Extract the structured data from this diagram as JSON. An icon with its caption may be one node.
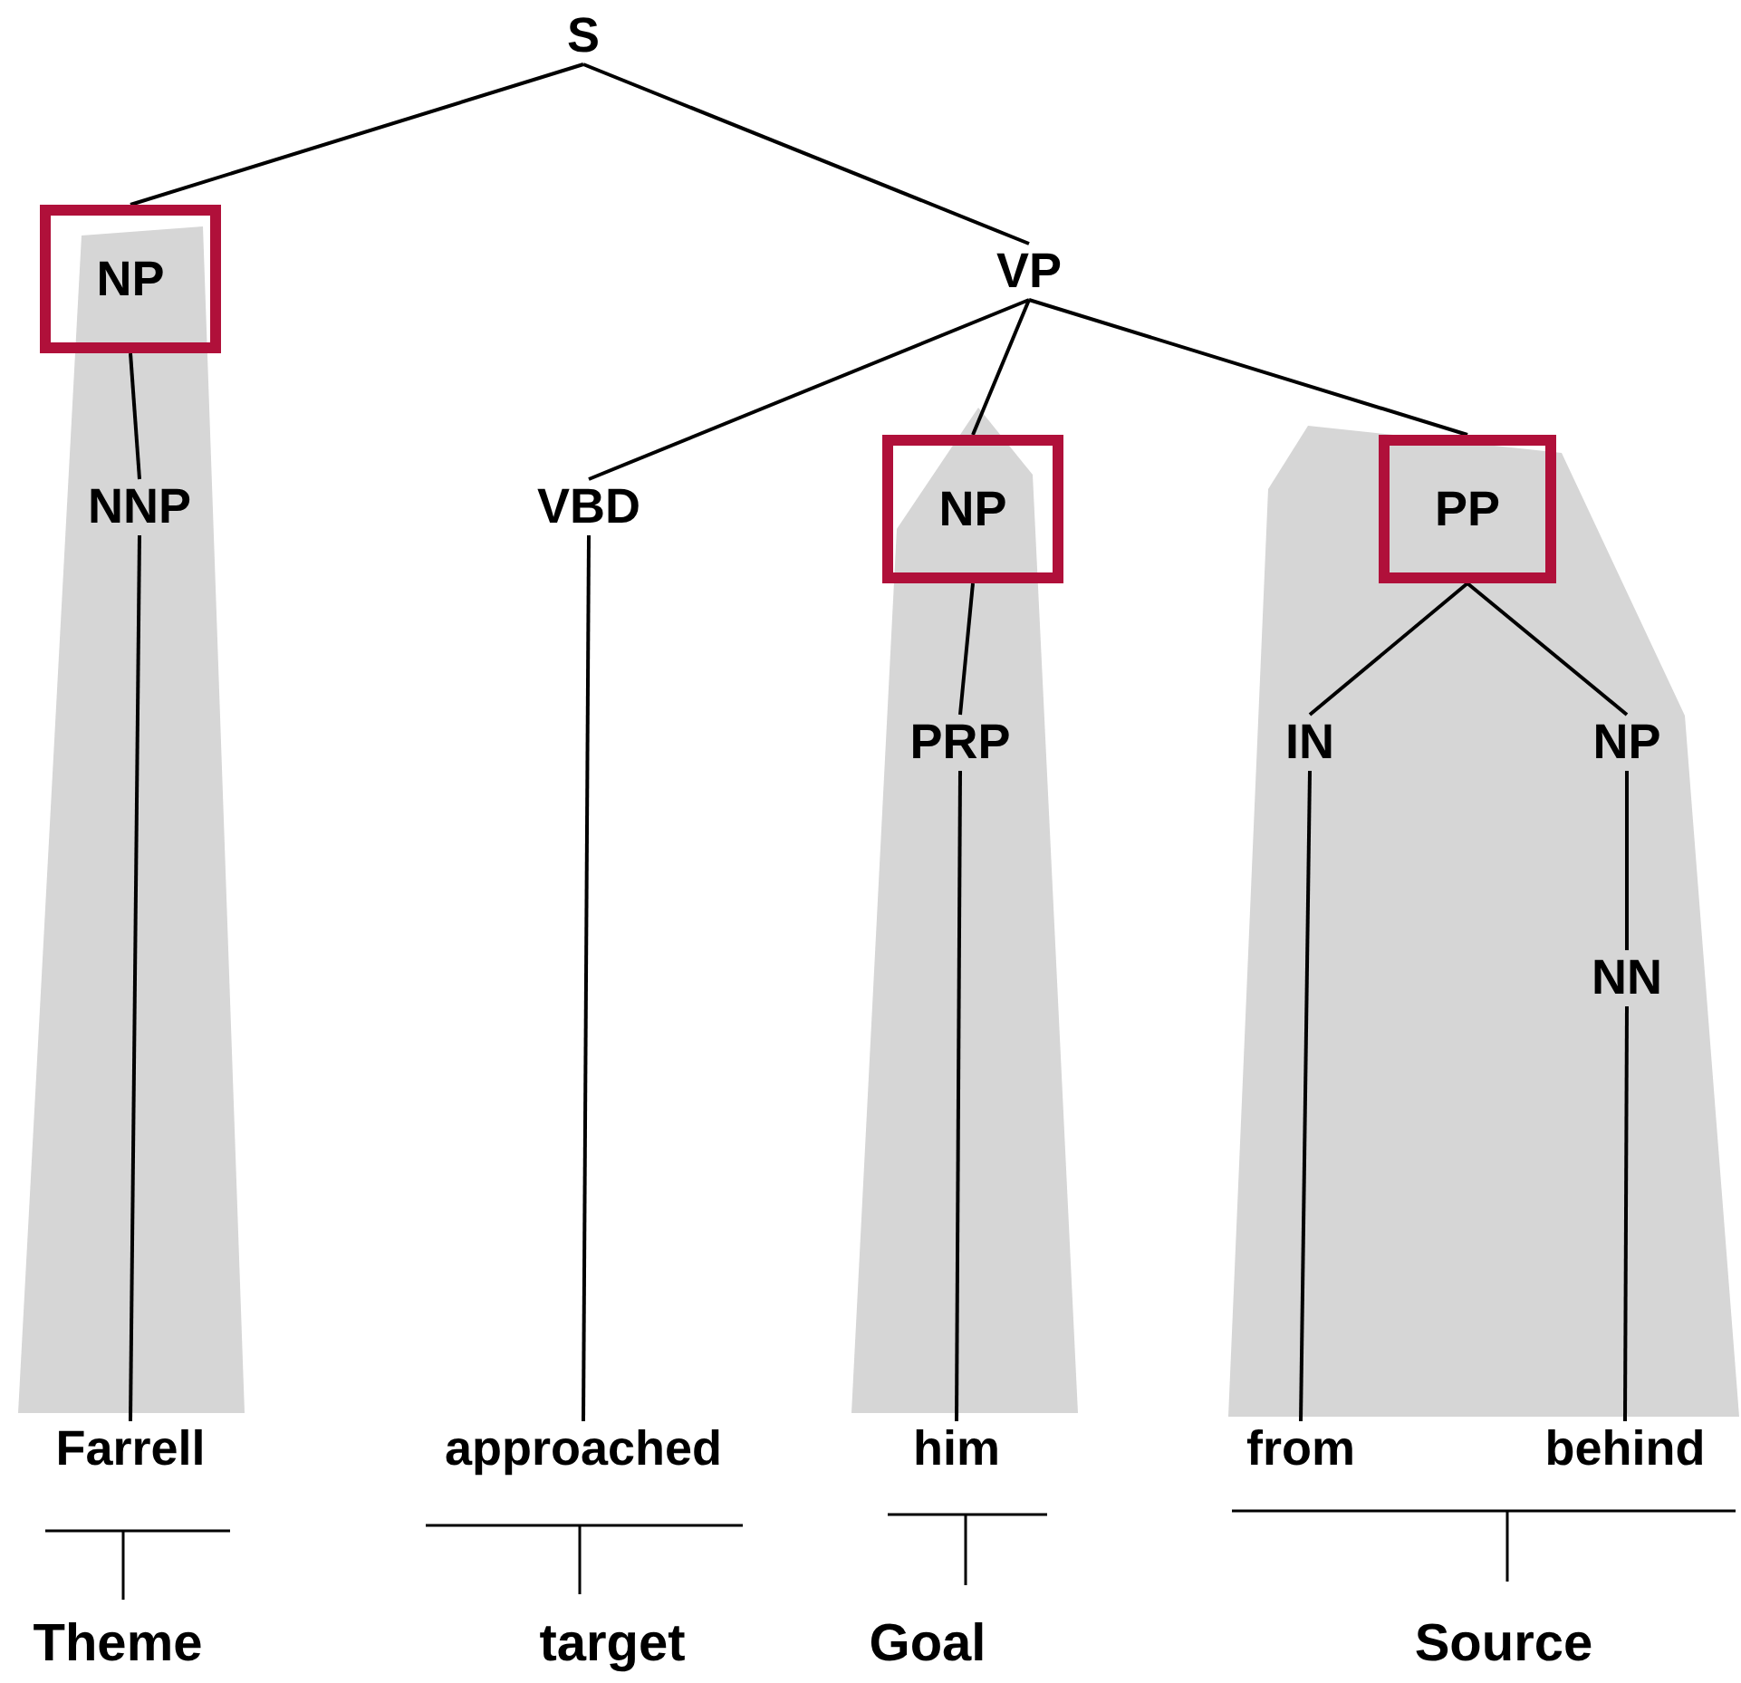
{
  "diagram": {
    "nodes": [
      {
        "text": [
          "S"
        ]
      },
      {
        "text": [
          "NP"
        ]
      },
      {
        "text": [
          "VP"
        ]
      },
      {
        "text": [
          "NNP"
        ]
      },
      {
        "text": [
          "VBD"
        ]
      },
      {
        "text": [
          "NP"
        ]
      },
      {
        "text": [
          "PP"
        ]
      },
      {
        "text": [
          "PRP"
        ]
      },
      {
        "text": [
          "IN"
        ]
      },
      {
        "text": [
          "NP"
        ]
      },
      {
        "text": [
          "NN"
        ]
      },
      {
        "text": [
          "Farrell"
        ]
      },
      {
        "text": [
          "approached"
        ]
      },
      {
        "text": [
          "him"
        ]
      },
      {
        "text": [
          "from"
        ]
      },
      {
        "text": [
          "behind"
        ]
      }
    ],
    "edges": [
      {
        "from": 0,
        "to": 1,
        "arrow": "none"
      },
      {
        "from": 0,
        "to": 2,
        "arrow": "none"
      },
      {
        "from": 1,
        "to": 3,
        "arrow": "none"
      },
      {
        "from": 2,
        "to": 4,
        "arrow": "none"
      },
      {
        "from": 2,
        "to": 5,
        "arrow": "none"
      },
      {
        "from": 2,
        "to": 6,
        "arrow": "none"
      },
      {
        "from": 5,
        "to": 7,
        "arrow": "none"
      },
      {
        "from": 6,
        "to": 8,
        "arrow": "none"
      },
      {
        "from": 6,
        "to": 9,
        "arrow": "none"
      },
      {
        "from": 9,
        "to": 10,
        "arrow": "none"
      },
      {
        "from": 3,
        "to": 11,
        "arrow": "none"
      },
      {
        "from": 4,
        "to": 12,
        "arrow": "none"
      },
      {
        "from": 7,
        "to": 13,
        "arrow": "none"
      },
      {
        "from": 8,
        "to": 14,
        "arrow": "none"
      },
      {
        "from": 10,
        "to": 15,
        "arrow": "none"
      }
    ],
    "labels": [
      "Theme",
      "target",
      "Goal",
      "Source"
    ]
  }
}
